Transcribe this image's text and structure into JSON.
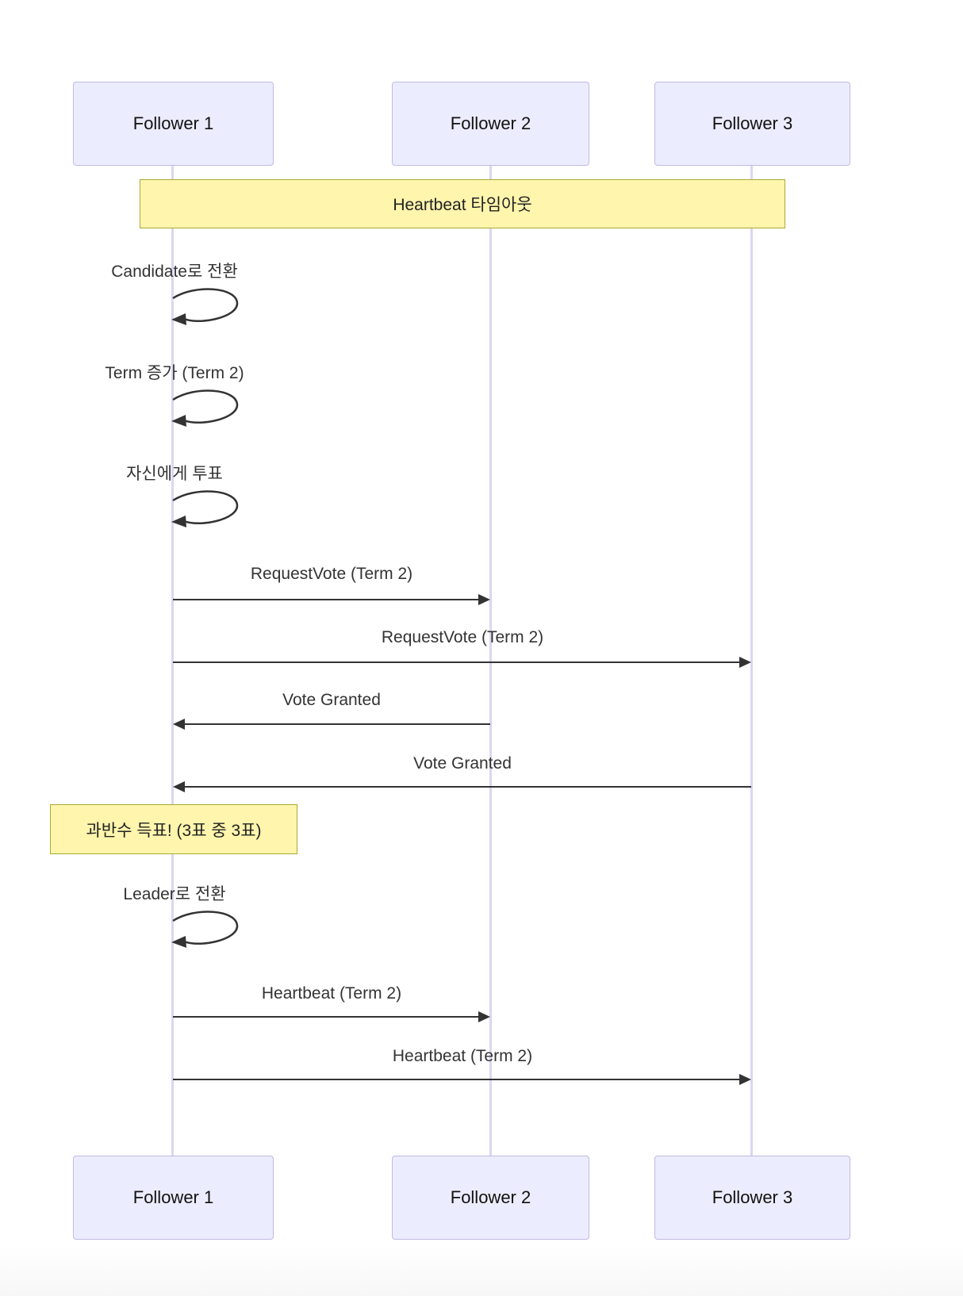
{
  "diagram": {
    "type": "sequence-diagram",
    "actors": [
      {
        "label": "Follower 1"
      },
      {
        "label": "Follower 2"
      },
      {
        "label": "Follower 3"
      }
    ],
    "notes": [
      {
        "text": "Heartbeat 타임아웃",
        "over": "Follower 1, Follower 2, Follower 3"
      },
      {
        "text": "과반수 득표! (3표 중 3표)",
        "over": "Follower 1"
      }
    ],
    "self_messages": [
      {
        "actor": "Follower 1",
        "text": "Candidate로 전환"
      },
      {
        "actor": "Follower 1",
        "text": "Term 증가 (Term 2)"
      },
      {
        "actor": "Follower 1",
        "text": "자신에게 투표"
      },
      {
        "actor": "Follower 1",
        "text": "Leader로 전환"
      }
    ],
    "messages": [
      {
        "from": "Follower 1",
        "to": "Follower 2",
        "text": "RequestVote (Term 2)"
      },
      {
        "from": "Follower 1",
        "to": "Follower 3",
        "text": "RequestVote (Term 2)"
      },
      {
        "from": "Follower 2",
        "to": "Follower 1",
        "text": "Vote Granted"
      },
      {
        "from": "Follower 3",
        "to": "Follower 1",
        "text": "Vote Granted"
      },
      {
        "from": "Follower 1",
        "to": "Follower 2",
        "text": "Heartbeat (Term 2)"
      },
      {
        "from": "Follower 1",
        "to": "Follower 3",
        "text": "Heartbeat (Term 2)"
      }
    ],
    "colors": {
      "actor_fill": "#ECECFF",
      "actor_border": "#c1b9e3",
      "note_fill": "#FFF5AD",
      "note_border": "#AAAA33",
      "lifeline": "#dcd5f2",
      "arrow": "#333333",
      "message_text": "#333333"
    }
  }
}
